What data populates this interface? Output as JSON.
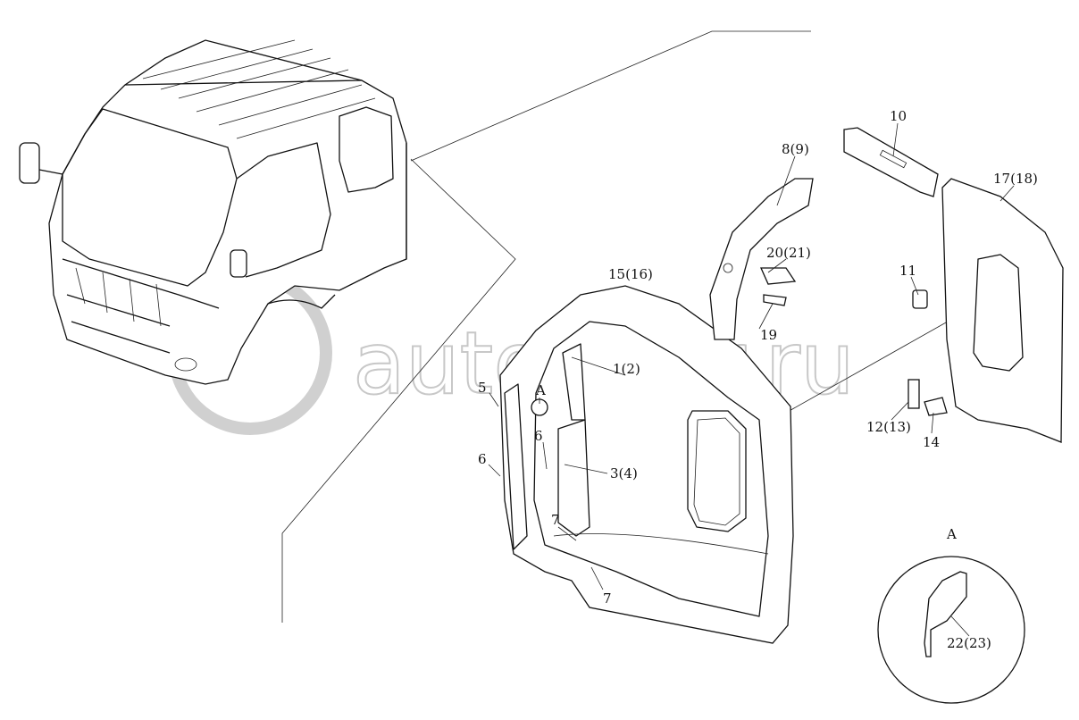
{
  "diagram": {
    "watermark": "autopiter.ru",
    "callouts": [
      {
        "id": "c10",
        "text": "10"
      },
      {
        "id": "c8",
        "text": "8(9)"
      },
      {
        "id": "c17",
        "text": "17(18)"
      },
      {
        "id": "c20",
        "text": "20(21)"
      },
      {
        "id": "c11",
        "text": "11"
      },
      {
        "id": "c15",
        "text": "15(16)"
      },
      {
        "id": "c19",
        "text": "19"
      },
      {
        "id": "c1",
        "text": "1(2)"
      },
      {
        "id": "c5",
        "text": "5"
      },
      {
        "id": "cA1",
        "text": "A"
      },
      {
        "id": "c6a",
        "text": "6"
      },
      {
        "id": "c6b",
        "text": "6"
      },
      {
        "id": "c3",
        "text": "3(4)"
      },
      {
        "id": "c12",
        "text": "12(13)"
      },
      {
        "id": "c14",
        "text": "14"
      },
      {
        "id": "c7a",
        "text": "7"
      },
      {
        "id": "c7b",
        "text": "7"
      },
      {
        "id": "cA2",
        "text": "A"
      },
      {
        "id": "c22",
        "text": "22(23)"
      }
    ]
  }
}
